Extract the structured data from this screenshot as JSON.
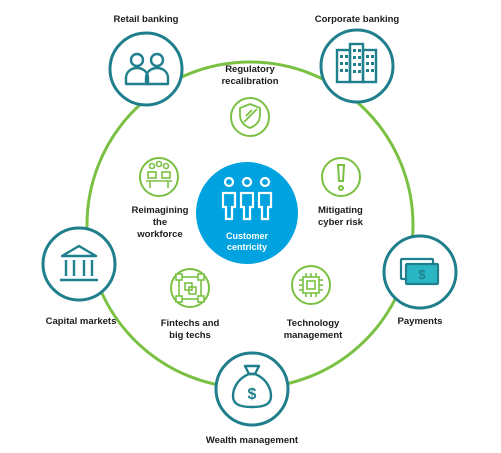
{
  "center": {
    "line1": "Customer",
    "line2": "centricity"
  },
  "outer_nodes": {
    "retail_banking": "Retail banking",
    "corporate_banking": "Corporate banking",
    "payments": "Payments",
    "wealth_management": "Wealth management",
    "capital_markets": "Capital markets"
  },
  "inner_nodes": {
    "regulatory": [
      "Regulatory",
      "recalibration"
    ],
    "cyber": [
      "Mitigating",
      "cyber risk"
    ],
    "technology": [
      "Technology",
      "management"
    ],
    "fintechs": [
      "Fintechs and",
      "big techs"
    ],
    "workforce": [
      "Reimagining",
      "the",
      "workforce"
    ]
  },
  "colors": {
    "ring": "#7ac143",
    "outer_node": "#1f7f8c",
    "inner_node": "#7ac143",
    "center_fill": "#00a3e0",
    "payments_fill": "#2bb6c4"
  },
  "icons": {
    "retail_banking": "people-icon",
    "corporate_banking": "building-icon",
    "payments": "banknotes-icon",
    "wealth_management": "money-bag-icon",
    "capital_markets": "bank-icon",
    "regulatory": "shield-icon",
    "cyber": "warning-icon",
    "technology": "chip-icon",
    "fintechs": "network-icon",
    "workforce": "team-icon",
    "center": "customers-icon"
  }
}
